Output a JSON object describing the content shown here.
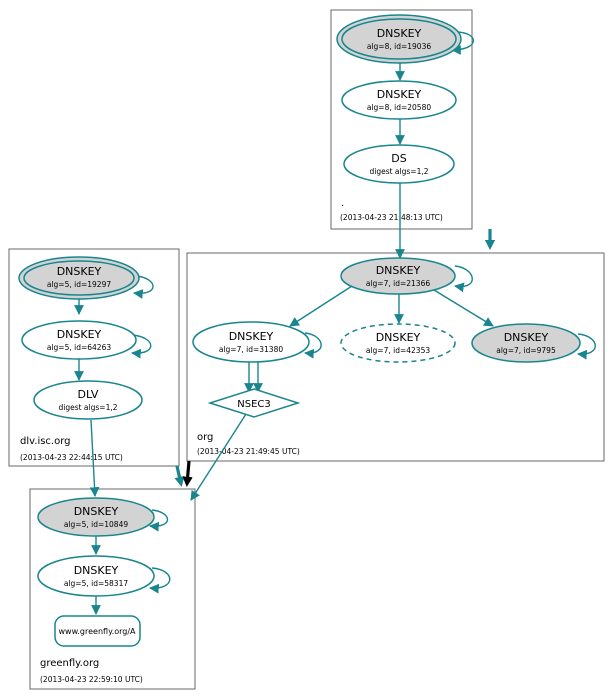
{
  "colors": {
    "edge": "#18858f",
    "ksk_fill": "#d3d3d3",
    "box_border": "#6a6a6a",
    "delegation_black": "#000000"
  },
  "zones": {
    "root": {
      "name": ".",
      "timestamp": "(2013-04-23 21:48:13 UTC)"
    },
    "org": {
      "name": "org",
      "timestamp": "(2013-04-23 21:49:45 UTC)"
    },
    "dlv": {
      "name": "dlv.isc.org",
      "timestamp": "(2013-04-23 22:44:15 UTC)"
    },
    "greenfly": {
      "name": "greenfly.org",
      "timestamp": "(2013-04-23 22:59:10 UTC)"
    }
  },
  "nodes": {
    "root_ksk": {
      "title": "DNSKEY",
      "sub": "alg=8, id=19036"
    },
    "root_zsk": {
      "title": "DNSKEY",
      "sub": "alg=8, id=20580"
    },
    "root_ds": {
      "title": "DS",
      "sub": "digest algs=1,2"
    },
    "org_ksk": {
      "title": "DNSKEY",
      "sub": "alg=7, id=21366"
    },
    "org_zsk1": {
      "title": "DNSKEY",
      "sub": "alg=7, id=31380"
    },
    "org_zsk2": {
      "title": "DNSKEY",
      "sub": "alg=7, id=42353"
    },
    "org_zsk3": {
      "title": "DNSKEY",
      "sub": "alg=7, id=9795"
    },
    "org_nsec3": {
      "title": "NSEC3"
    },
    "dlv_ksk": {
      "title": "DNSKEY",
      "sub": "alg=5, id=19297"
    },
    "dlv_zsk": {
      "title": "DNSKEY",
      "sub": "alg=5, id=64263"
    },
    "dlv_dlv": {
      "title": "DLV",
      "sub": "digest algs=1,2"
    },
    "gf_ksk": {
      "title": "DNSKEY",
      "sub": "alg=5, id=10849"
    },
    "gf_zsk": {
      "title": "DNSKEY",
      "sub": "alg=5, id=58317"
    },
    "gf_a": {
      "title": "www.greenfly.org/A"
    }
  }
}
